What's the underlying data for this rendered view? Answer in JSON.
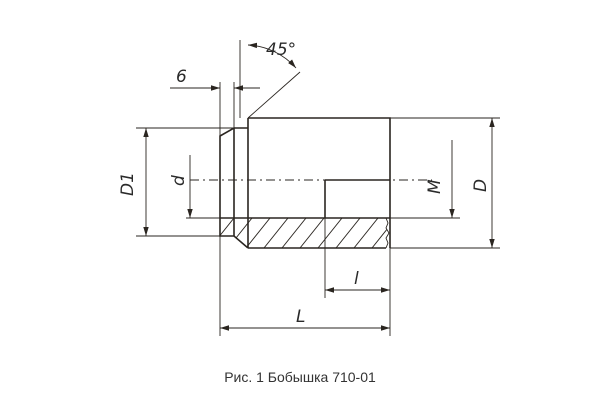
{
  "drawing": {
    "dimensions": {
      "chamfer_width": "6",
      "chamfer_angle": "45°",
      "outer_diameter_left": "D1",
      "bore_diameter": "d",
      "thread": "M",
      "outer_diameter": "D",
      "thread_length": "l",
      "total_length": "L"
    },
    "caption": "Рис. 1 Бобышка 710-01"
  }
}
